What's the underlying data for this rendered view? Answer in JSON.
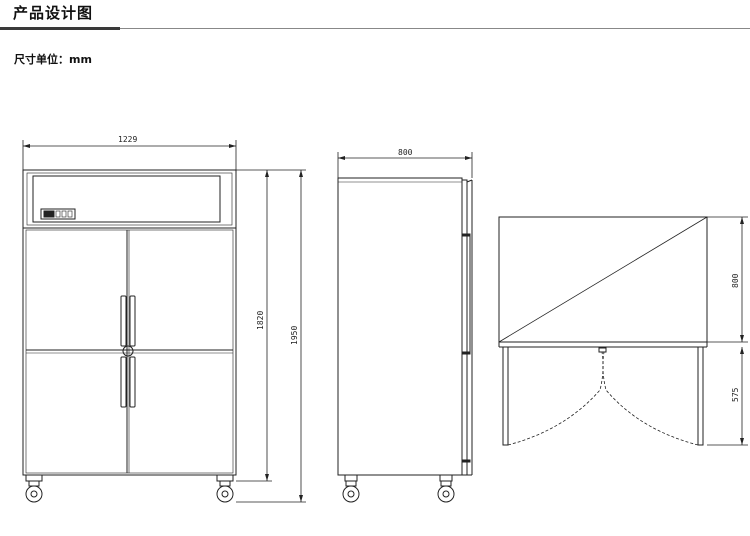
{
  "header": {
    "title": "产品设计图",
    "unit_label": "尺寸单位：mm"
  },
  "dimensions": {
    "front_width": "1229",
    "front_body_height": "1820",
    "front_total_height": "1950",
    "side_depth": "800",
    "top_depth": "800",
    "top_door_swing": "575"
  },
  "colors": {
    "line": "#222222",
    "title_rule": "#3a3a3a"
  }
}
